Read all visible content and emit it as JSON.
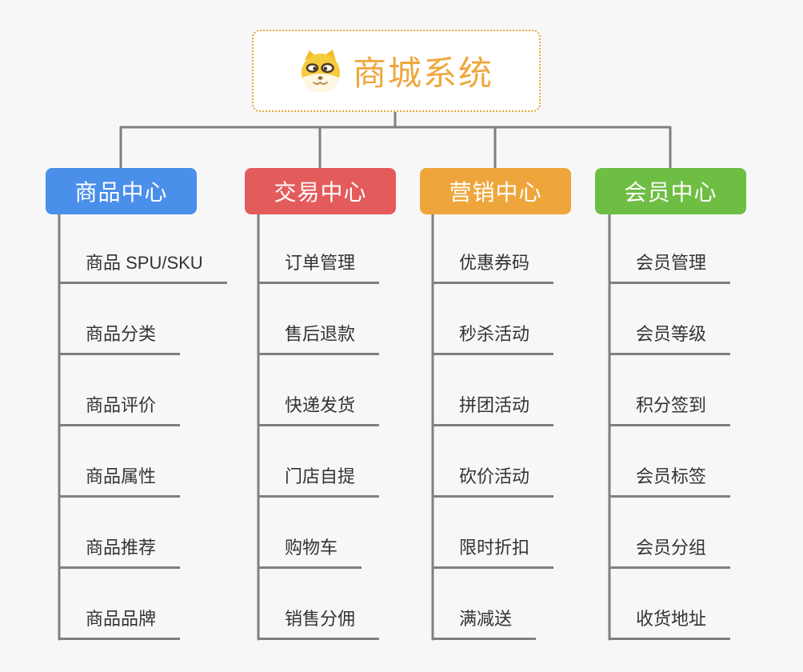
{
  "root": {
    "label": "商城系统",
    "icon": "doge-icon"
  },
  "branches": [
    {
      "label": "商品中心",
      "color": "#4A8FE9",
      "children": [
        "商品 SPU/SKU",
        "商品分类",
        "商品评价",
        "商品属性",
        "商品推荐",
        "商品品牌"
      ]
    },
    {
      "label": "交易中心",
      "color": "#E45B5B",
      "children": [
        "订单管理",
        "售后退款",
        "快递发货",
        "门店自提",
        "购物车",
        "销售分佣"
      ]
    },
    {
      "label": "营销中心",
      "color": "#EEA63C",
      "children": [
        "优惠券码",
        "秒杀活动",
        "拼团活动",
        "砍价活动",
        "限时折扣",
        "满减送"
      ]
    },
    {
      "label": "会员中心",
      "color": "#6FBE44",
      "children": [
        "会员管理",
        "会员等级",
        "积分签到",
        "会员标签",
        "会员分组",
        "收货地址"
      ]
    }
  ],
  "colors": {
    "background": "#F7F7F7",
    "line": "#7F7F7F",
    "leaf_text": "#333333",
    "root_accent": "#EFA73E",
    "root_border": "#E9A23B",
    "branch_text": "#FFFFFF"
  }
}
